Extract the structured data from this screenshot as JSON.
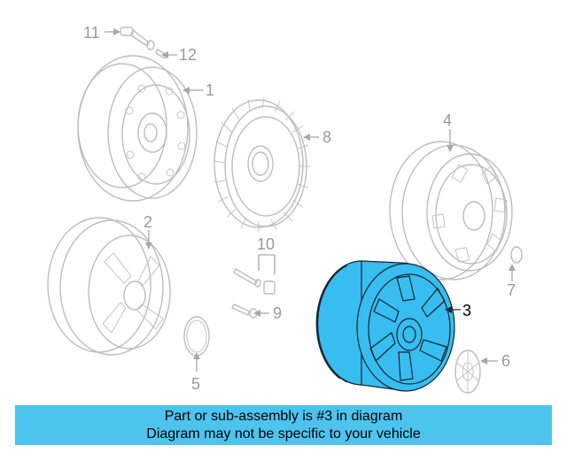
{
  "banner": {
    "line1": "Part or sub-assembly is #3 in diagram",
    "line2": "Diagram may not be specific to your vehicle"
  },
  "callouts": {
    "c1": "1",
    "c2": "2",
    "c3": "3",
    "c4": "4",
    "c5": "5",
    "c6": "6",
    "c7": "7",
    "c8": "8",
    "c9": "9",
    "c10": "10",
    "c11": "11",
    "c12": "12"
  },
  "highlight": {
    "part_number": "3",
    "fill_color": "#37bdf0",
    "banner_color": "#4dc4ee"
  }
}
